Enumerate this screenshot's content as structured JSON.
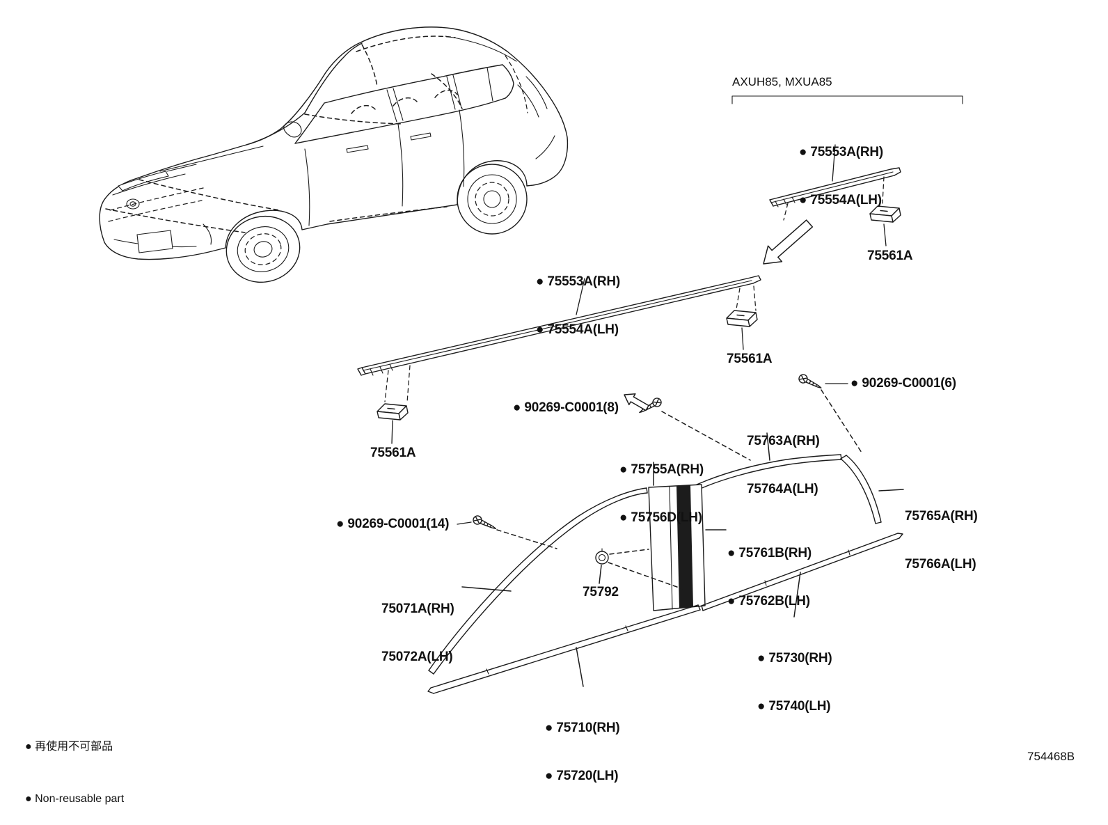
{
  "header": {
    "model_code": "AXUH85, MXUA85"
  },
  "diagram_id": "754468B",
  "legend": {
    "jp": "● 再使用不可部品",
    "en": "● Non-reusable part"
  },
  "labels": {
    "roof_moulding_detail": {
      "l1": "● 75553A(RH)",
      "l2": "● 75554A(LH)"
    },
    "roof_moulding_main": {
      "l1": "● 75553A(RH)",
      "l2": "● 75554A(LH)"
    },
    "clip_detail": "75561A",
    "clip_right": "75561A",
    "clip_left": "75561A",
    "screw_qty6": "● 90269-C0001(6)",
    "screw_qty8": "● 90269-C0001(8)",
    "screw_qty14": "● 90269-C0001(14)",
    "rear_window_upper": {
      "l1": "75763A(RH)",
      "l2": "75764A(LH)"
    },
    "center_pillar": {
      "l1": "● 75755A(RH)",
      "l2": "● 75756D(LH)"
    },
    "rear_window_edge": {
      "l1": "75765A(RH)",
      "l2": "75766A(LH)"
    },
    "pillar_tape": {
      "l1": "● 75761B(RH)",
      "l2": "● 75762B(LH)"
    },
    "front_window_frame": {
      "l1": "75071A(RH)",
      "l2": "75072A(LH)"
    },
    "grommet": "75792",
    "belt_rear": {
      "l1": "● 75730(RH)",
      "l2": "● 75740(LH)"
    },
    "belt_front": {
      "l1": "● 75710(RH)",
      "l2": "● 75720(LH)"
    }
  },
  "colors": {
    "line": "#1c1c1c",
    "background": "#ffffff"
  }
}
